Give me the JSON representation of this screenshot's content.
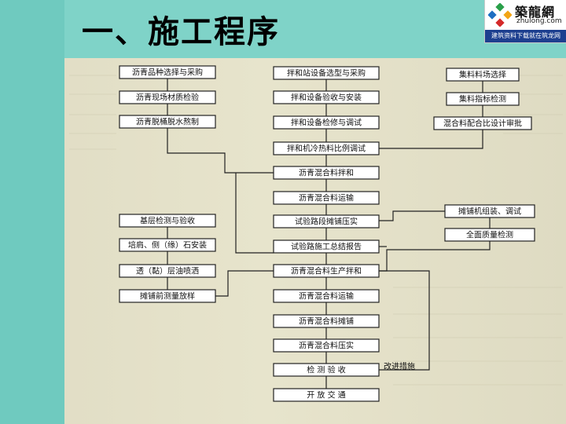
{
  "slide": {
    "title": "一、施工程序"
  },
  "logo": {
    "name": "築龍網",
    "url": "zhulong.com",
    "tagline": "建筑资料下载就在筑龙网"
  },
  "flowchart": {
    "nodes": [
      {
        "id": "n1",
        "label": "沥青品种选择与采购"
      },
      {
        "id": "n2",
        "label": "沥青现场材质检验"
      },
      {
        "id": "n3",
        "label": "沥青脱桶脱水熬制"
      },
      {
        "id": "n4",
        "label": "拌和站设备选型与采购"
      },
      {
        "id": "n5",
        "label": "拌和设备验收与安装"
      },
      {
        "id": "n6",
        "label": "拌和设备检修与调试"
      },
      {
        "id": "n7",
        "label": "集料料场选择"
      },
      {
        "id": "n8",
        "label": "集料指标检测"
      },
      {
        "id": "n9",
        "label": "混合料配合比设计审批"
      },
      {
        "id": "n10",
        "label": "拌和机冷热料比例调试"
      },
      {
        "id": "n11",
        "label": "沥青混合料拌和"
      },
      {
        "id": "n12",
        "label": "沥青混合料运输"
      },
      {
        "id": "n13",
        "label": "试验路段摊铺压实"
      },
      {
        "id": "n14",
        "label": "试验路施工总结报告"
      },
      {
        "id": "n15",
        "label": "摊铺机组装、调试"
      },
      {
        "id": "n16",
        "label": "全面质量检测"
      },
      {
        "id": "n17",
        "label": "基层检测与验收"
      },
      {
        "id": "n18",
        "label": "培肩、侧（缘）石安装"
      },
      {
        "id": "n19",
        "label": "透（黏）层油喷洒"
      },
      {
        "id": "n20",
        "label": "摊铺前测量放样"
      },
      {
        "id": "n21",
        "label": "沥青混合料生产拌和"
      },
      {
        "id": "n22",
        "label": "沥青混合料运输"
      },
      {
        "id": "n23",
        "label": "沥青混合料摊铺"
      },
      {
        "id": "n24",
        "label": "沥青混合料压实"
      },
      {
        "id": "n25",
        "label": "检 测 验 收"
      },
      {
        "id": "n26",
        "label": "开 放 交 通"
      }
    ],
    "loop_label": "改进措施"
  }
}
